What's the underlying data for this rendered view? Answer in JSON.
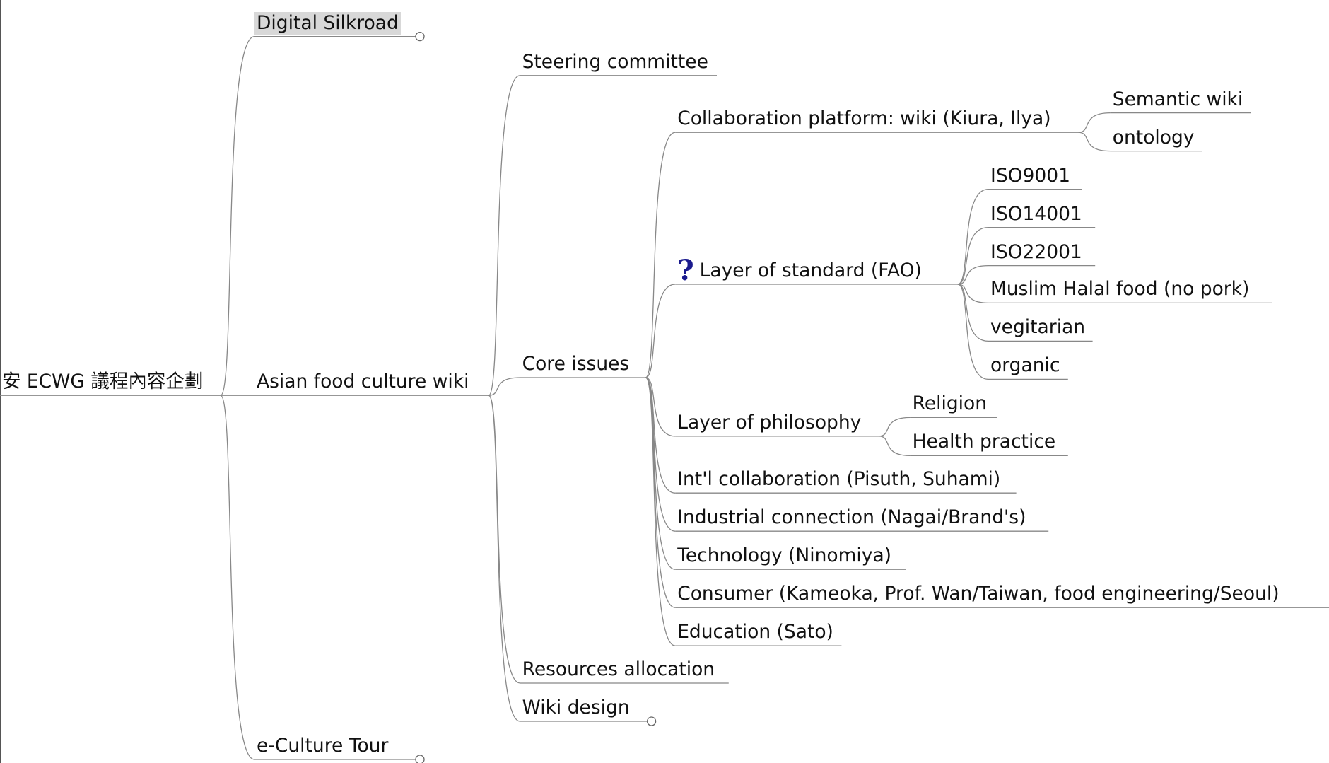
{
  "mindmap": {
    "root": {
      "label": "安 ECWG 議程內容企劃"
    },
    "nodes": {
      "digital_silkroad": {
        "label": "Digital Silkroad",
        "folded": true,
        "selected": true
      },
      "asian_food_culture_wiki": {
        "label": "Asian food culture wiki"
      },
      "e_culture_tour": {
        "label": "e-Culture Tour",
        "folded": true
      },
      "steering_committee": {
        "label": "Steering committee"
      },
      "core_issues": {
        "label": "Core issues"
      },
      "resources_allocation": {
        "label": "Resources allocation"
      },
      "wiki_design": {
        "label": "Wiki design",
        "folded": true
      },
      "collaboration_platform": {
        "label": "Collaboration platform: wiki (Kiura, Ilya)"
      },
      "layer_of_standard": {
        "label": "Layer of standard (FAO)",
        "icon": "question-icon"
      },
      "layer_of_philosophy": {
        "label": "Layer of philosophy"
      },
      "intl_collaboration": {
        "label": "Int'l collaboration (Pisuth, Suhami)"
      },
      "industrial_connection": {
        "label": "Industrial connection (Nagai/Brand's)"
      },
      "technology": {
        "label": "Technology (Ninomiya)"
      },
      "consumer": {
        "label": "Consumer (Kameoka, Prof. Wan/Taiwan, food engineering/Seoul)"
      },
      "education": {
        "label": "Education (Sato)"
      },
      "semantic_wiki": {
        "label": "Semantic wiki"
      },
      "ontology": {
        "label": "ontology"
      },
      "iso9001": {
        "label": "ISO9001"
      },
      "iso14001": {
        "label": "ISO14001"
      },
      "iso22001": {
        "label": "ISO22001"
      },
      "muslim_halal": {
        "label": "Muslim Halal food (no pork)"
      },
      "vegitarian": {
        "label": "vegitarian"
      },
      "organic": {
        "label": "organic"
      },
      "religion": {
        "label": "Religion"
      },
      "health_practice": {
        "label": "Health practice"
      }
    },
    "icons": {
      "question-icon": "?"
    },
    "colors": {
      "edge": "#888888",
      "underline": "#888888",
      "selected_bg": "#d8d8d8",
      "text": "#111111",
      "icon": "#1a1a8e"
    }
  }
}
